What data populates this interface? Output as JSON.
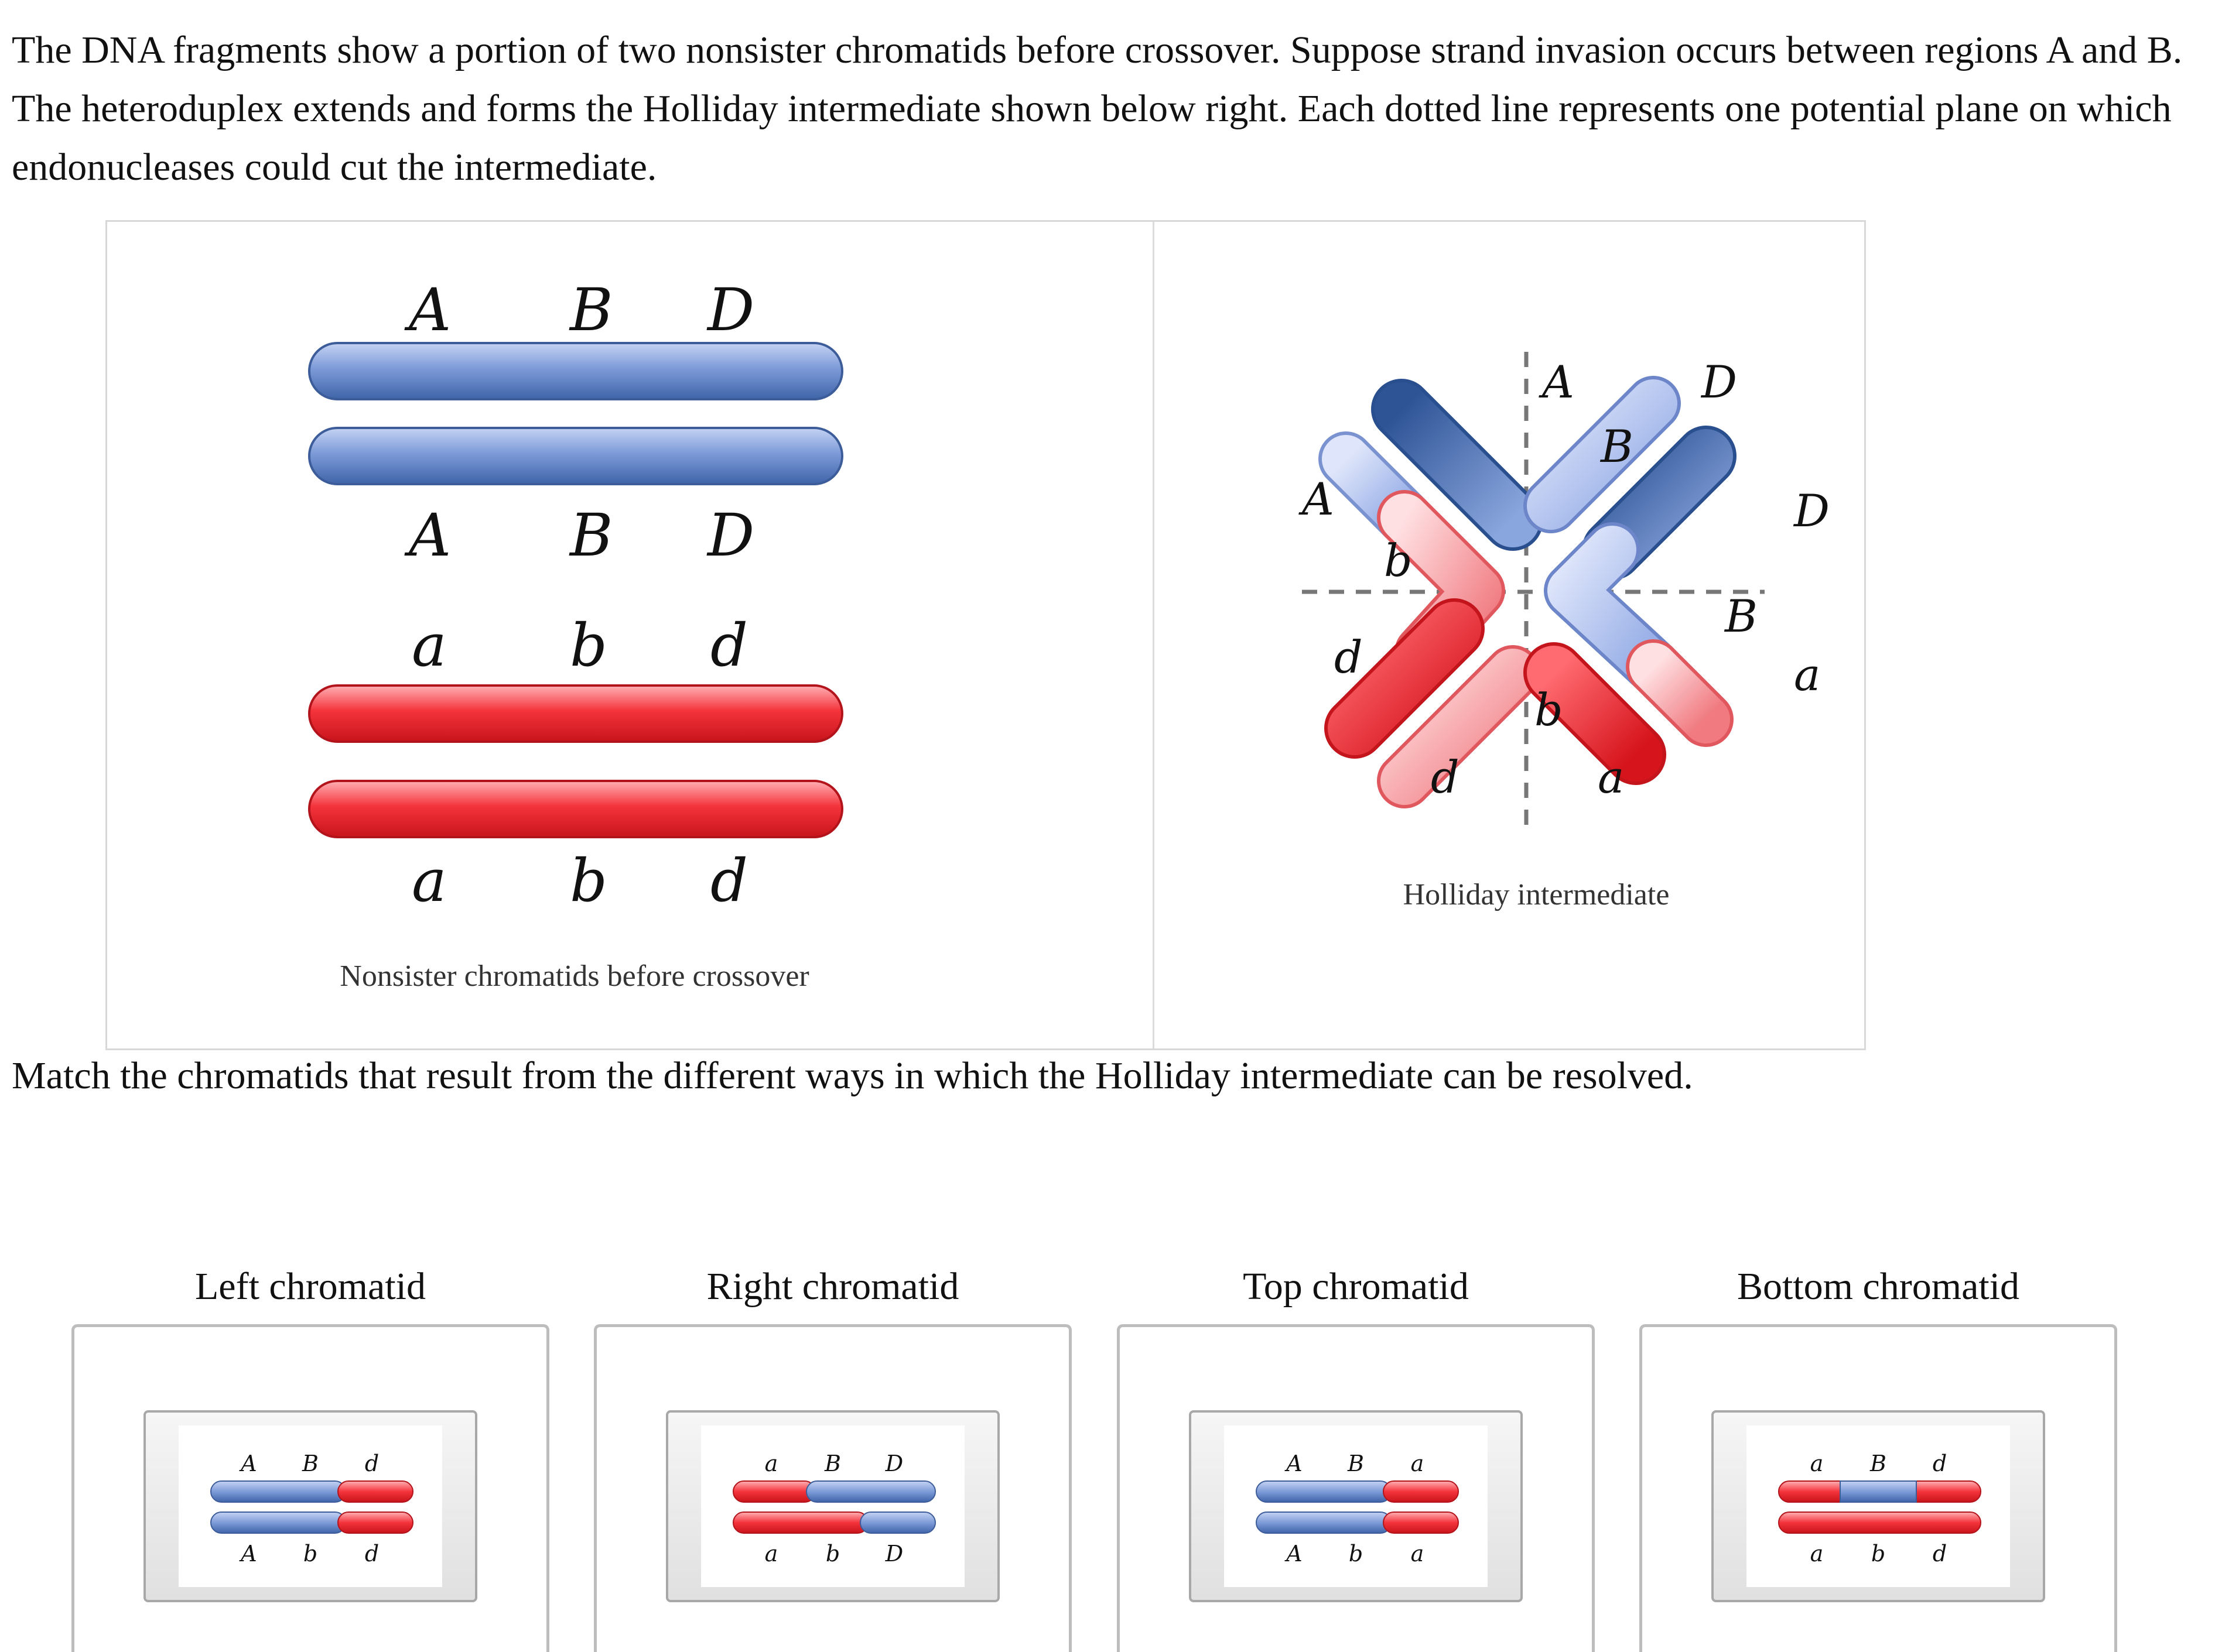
{
  "intro_text": "The DNA fragments show a portion of two nonsister chromatids before crossover. Suppose strand invasion occurs between regions A and B. The heteroduplex extends and forms the Holliday intermediate shown below right. Each dotted line represents one potential plane on which endonucleases could cut the intermediate.",
  "figure": {
    "left_caption": "Nonsister chromatids before crossover",
    "right_caption": "Holliday intermediate",
    "blue_top_labels": [
      "A",
      "B",
      "D"
    ],
    "blue_bottom_labels": [
      "A",
      "B",
      "D"
    ],
    "red_top_labels": [
      "a",
      "b",
      "d"
    ],
    "red_bottom_labels": [
      "a",
      "b",
      "d"
    ],
    "holliday_labels": {
      "A_top": "A",
      "D_top": "D",
      "B_center": "B",
      "A_left": "A",
      "b_left": "b",
      "D_right": "D",
      "B_right": "B",
      "d_left": "d",
      "a_right": "a",
      "b_center": "b",
      "d_bottom": "d",
      "a_bottom": "a"
    },
    "colors": {
      "blue": "#6e8fd0",
      "red": "#f0323a"
    }
  },
  "question": "Match the chromatids that result from the different ways in which the Holliday intermediate can be resolved.",
  "answer_slots": [
    {
      "title": "Left chromatid",
      "top": [
        "A",
        "B",
        "d"
      ],
      "bottom": [
        "A",
        "b",
        "d"
      ]
    },
    {
      "title": "Right chromatid",
      "top": [
        "a",
        "B",
        "D"
      ],
      "bottom": [
        "a",
        "b",
        "D"
      ]
    },
    {
      "title": "Top chromatid",
      "top": [
        "A",
        "B",
        "a"
      ],
      "bottom": [
        "A",
        "b",
        "a"
      ]
    },
    {
      "title": "Bottom chromatid",
      "top": [
        "a",
        "B",
        "d"
      ],
      "bottom": [
        "a",
        "b",
        "d"
      ]
    }
  ]
}
